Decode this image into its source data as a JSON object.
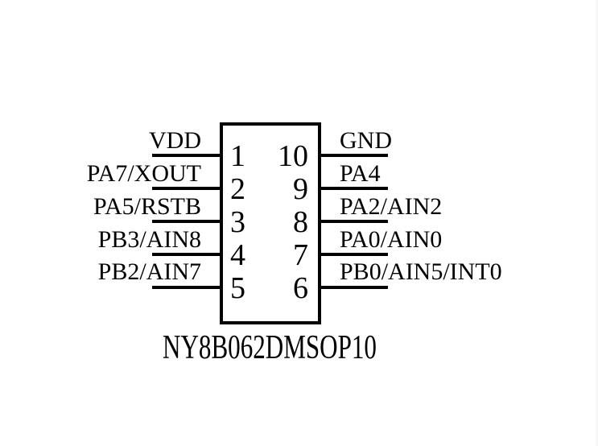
{
  "page": {
    "background": "#ffffff",
    "line_color": "#000000"
  },
  "diagram": {
    "type": "ic-pinout",
    "part_number": "NY8B062DMSOP10",
    "left_pins": [
      {
        "number": "1",
        "label": "VDD"
      },
      {
        "number": "2",
        "label": "PA7/XOUT"
      },
      {
        "number": "3",
        "label": "PA5/RSTB"
      },
      {
        "number": "4",
        "label": "PB3/AIN8"
      },
      {
        "number": "5",
        "label": "PB2/AIN7"
      }
    ],
    "right_pins": [
      {
        "number": "10",
        "label": "GND"
      },
      {
        "number": "9",
        "label": "PA4"
      },
      {
        "number": "8",
        "label": "PA2/AIN2"
      },
      {
        "number": "7",
        "label": "PA0/AIN0"
      },
      {
        "number": "6",
        "label": "PB0/AIN5/INT0"
      }
    ]
  }
}
